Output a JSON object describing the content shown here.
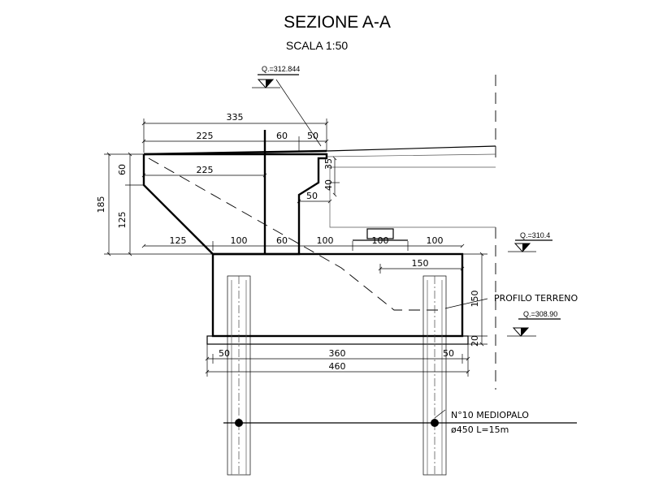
{
  "title": "SEZIONE A-A",
  "scale": "SCALA 1:50",
  "elevations": {
    "top": "Q.=312.844",
    "ground": "Q.=310.4",
    "bottom": "Q.=308.90"
  },
  "dimensions": {
    "top_total": "335",
    "top_left": "225",
    "top_mid": "60",
    "top_right": "50",
    "inner_225": "225",
    "left_185": "185",
    "left_60": "60",
    "left_125": "125",
    "v35": "35",
    "v40": "40",
    "h50": "50",
    "row_125": "125",
    "row_100a": "100",
    "row_60": "60",
    "row_100b": "100",
    "row_100c": "100",
    "row_100d": "100",
    "cap_150": "150",
    "cap_450": "150",
    "cap_20": "20",
    "base_50l": "50",
    "base_360": "360",
    "base_50r": "50",
    "base_460": "460"
  },
  "labels": {
    "profile": "PROFILO TERRENO",
    "piles_1": "N°10 MEDIOPALO",
    "piles_2": "ø450 L=15m"
  }
}
